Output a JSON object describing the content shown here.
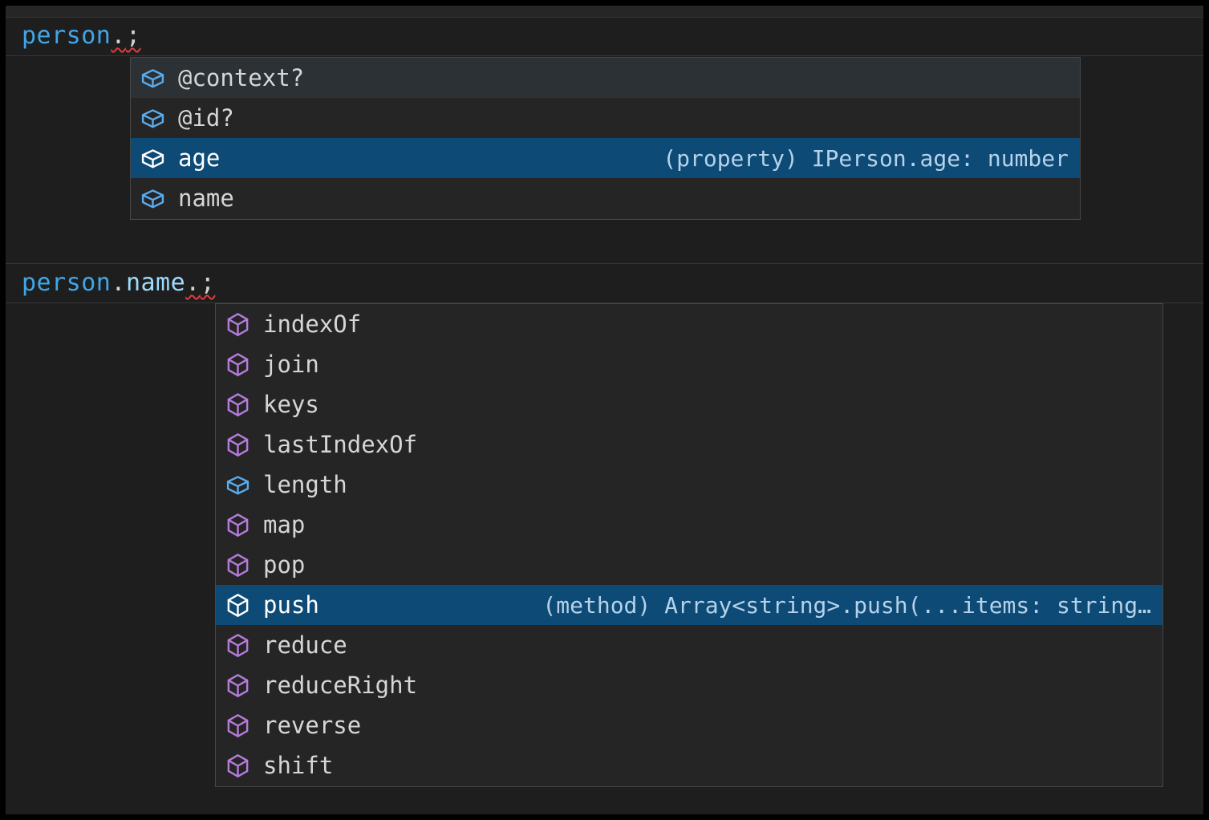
{
  "colors": {
    "canvas_bg": "#1e1e1e",
    "popup_bg": "#252526",
    "popup_border": "#474747",
    "hover_bg": "#2c3136",
    "selection_bg": "#0d4a75",
    "field_icon": "#58abec",
    "method_icon": "#b57bdb",
    "label": "#d6d6d6",
    "selected_label": "#ffffff",
    "detail": "#b5d2ea",
    "code_variable": "#3fa7e9",
    "code_property": "#9cdcfe",
    "code_punct": "#d4d4d4",
    "error_squiggle": "#e13c3c"
  },
  "code_lines": [
    {
      "tokens": [
        {
          "text": "person",
          "color_key": "code_variable",
          "error": false
        },
        {
          "text": ".",
          "color_key": "code_punct",
          "error": true
        },
        {
          "text": ";",
          "color_key": "code_punct",
          "error": true
        }
      ]
    },
    {
      "tokens": [
        {
          "text": "person",
          "color_key": "code_variable",
          "error": false
        },
        {
          "text": ".",
          "color_key": "code_punct",
          "error": false
        },
        {
          "text": "name",
          "color_key": "code_property",
          "error": false
        },
        {
          "text": ".",
          "color_key": "code_punct",
          "error": true
        },
        {
          "text": ";",
          "color_key": "code_punct",
          "error": true
        }
      ]
    }
  ],
  "suggest_popups": [
    {
      "name": "person-member-suggestions",
      "items": [
        {
          "label": "@context?",
          "icon": "field",
          "state": "hover"
        },
        {
          "label": "@id?",
          "icon": "field"
        },
        {
          "label": "age",
          "icon": "field",
          "state": "selected",
          "detail": "(property) IPerson.age: number"
        },
        {
          "label": "name",
          "icon": "field"
        }
      ]
    },
    {
      "name": "string-member-suggestions",
      "items": [
        {
          "label": "indexOf",
          "icon": "method"
        },
        {
          "label": "join",
          "icon": "method"
        },
        {
          "label": "keys",
          "icon": "method"
        },
        {
          "label": "lastIndexOf",
          "icon": "method"
        },
        {
          "label": "length",
          "icon": "field"
        },
        {
          "label": "map",
          "icon": "method"
        },
        {
          "label": "pop",
          "icon": "method"
        },
        {
          "label": "push",
          "icon": "method",
          "state": "selected",
          "detail": "(method) Array<string>.push(...items: string…"
        },
        {
          "label": "reduce",
          "icon": "method"
        },
        {
          "label": "reduceRight",
          "icon": "method"
        },
        {
          "label": "reverse",
          "icon": "method"
        },
        {
          "label": "shift",
          "icon": "method"
        }
      ]
    }
  ]
}
